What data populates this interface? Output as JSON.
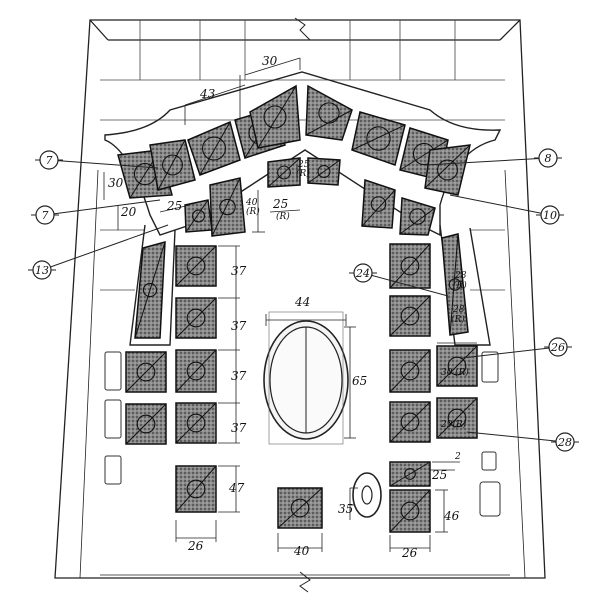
{
  "drawing": {
    "dimension_labels": {
      "d30_top": "30",
      "d43": "43",
      "d30_left": "30",
      "d20": "20",
      "d25_left": "25",
      "d25_r_top": "25",
      "d25_r_top_r": "(R)",
      "d25_r_mid": "25",
      "d25_r_mid_r": "(R)",
      "d40_r": "40",
      "d40_r_r": "(R)",
      "d44": "44",
      "d65": "65",
      "d37_a": "37",
      "d37_b": "37",
      "d37_c": "37",
      "d37_d": "37",
      "d47": "47",
      "d26_left": "26",
      "d40_bottom": "40",
      "d35": "35",
      "d26_right": "26",
      "d46": "46",
      "d25_right": "25",
      "d28r_a": "28",
      "d28r_a_r": "(R)",
      "d28r_b": "28",
      "d28r_b_r": "(R)",
      "d30r": "30",
      "d30r_r": "(R)",
      "d29r": "29(R)",
      "d2": "2"
    },
    "callouts": [
      "7",
      "7",
      "13",
      "24",
      "8",
      "10",
      "26",
      "28"
    ]
  }
}
